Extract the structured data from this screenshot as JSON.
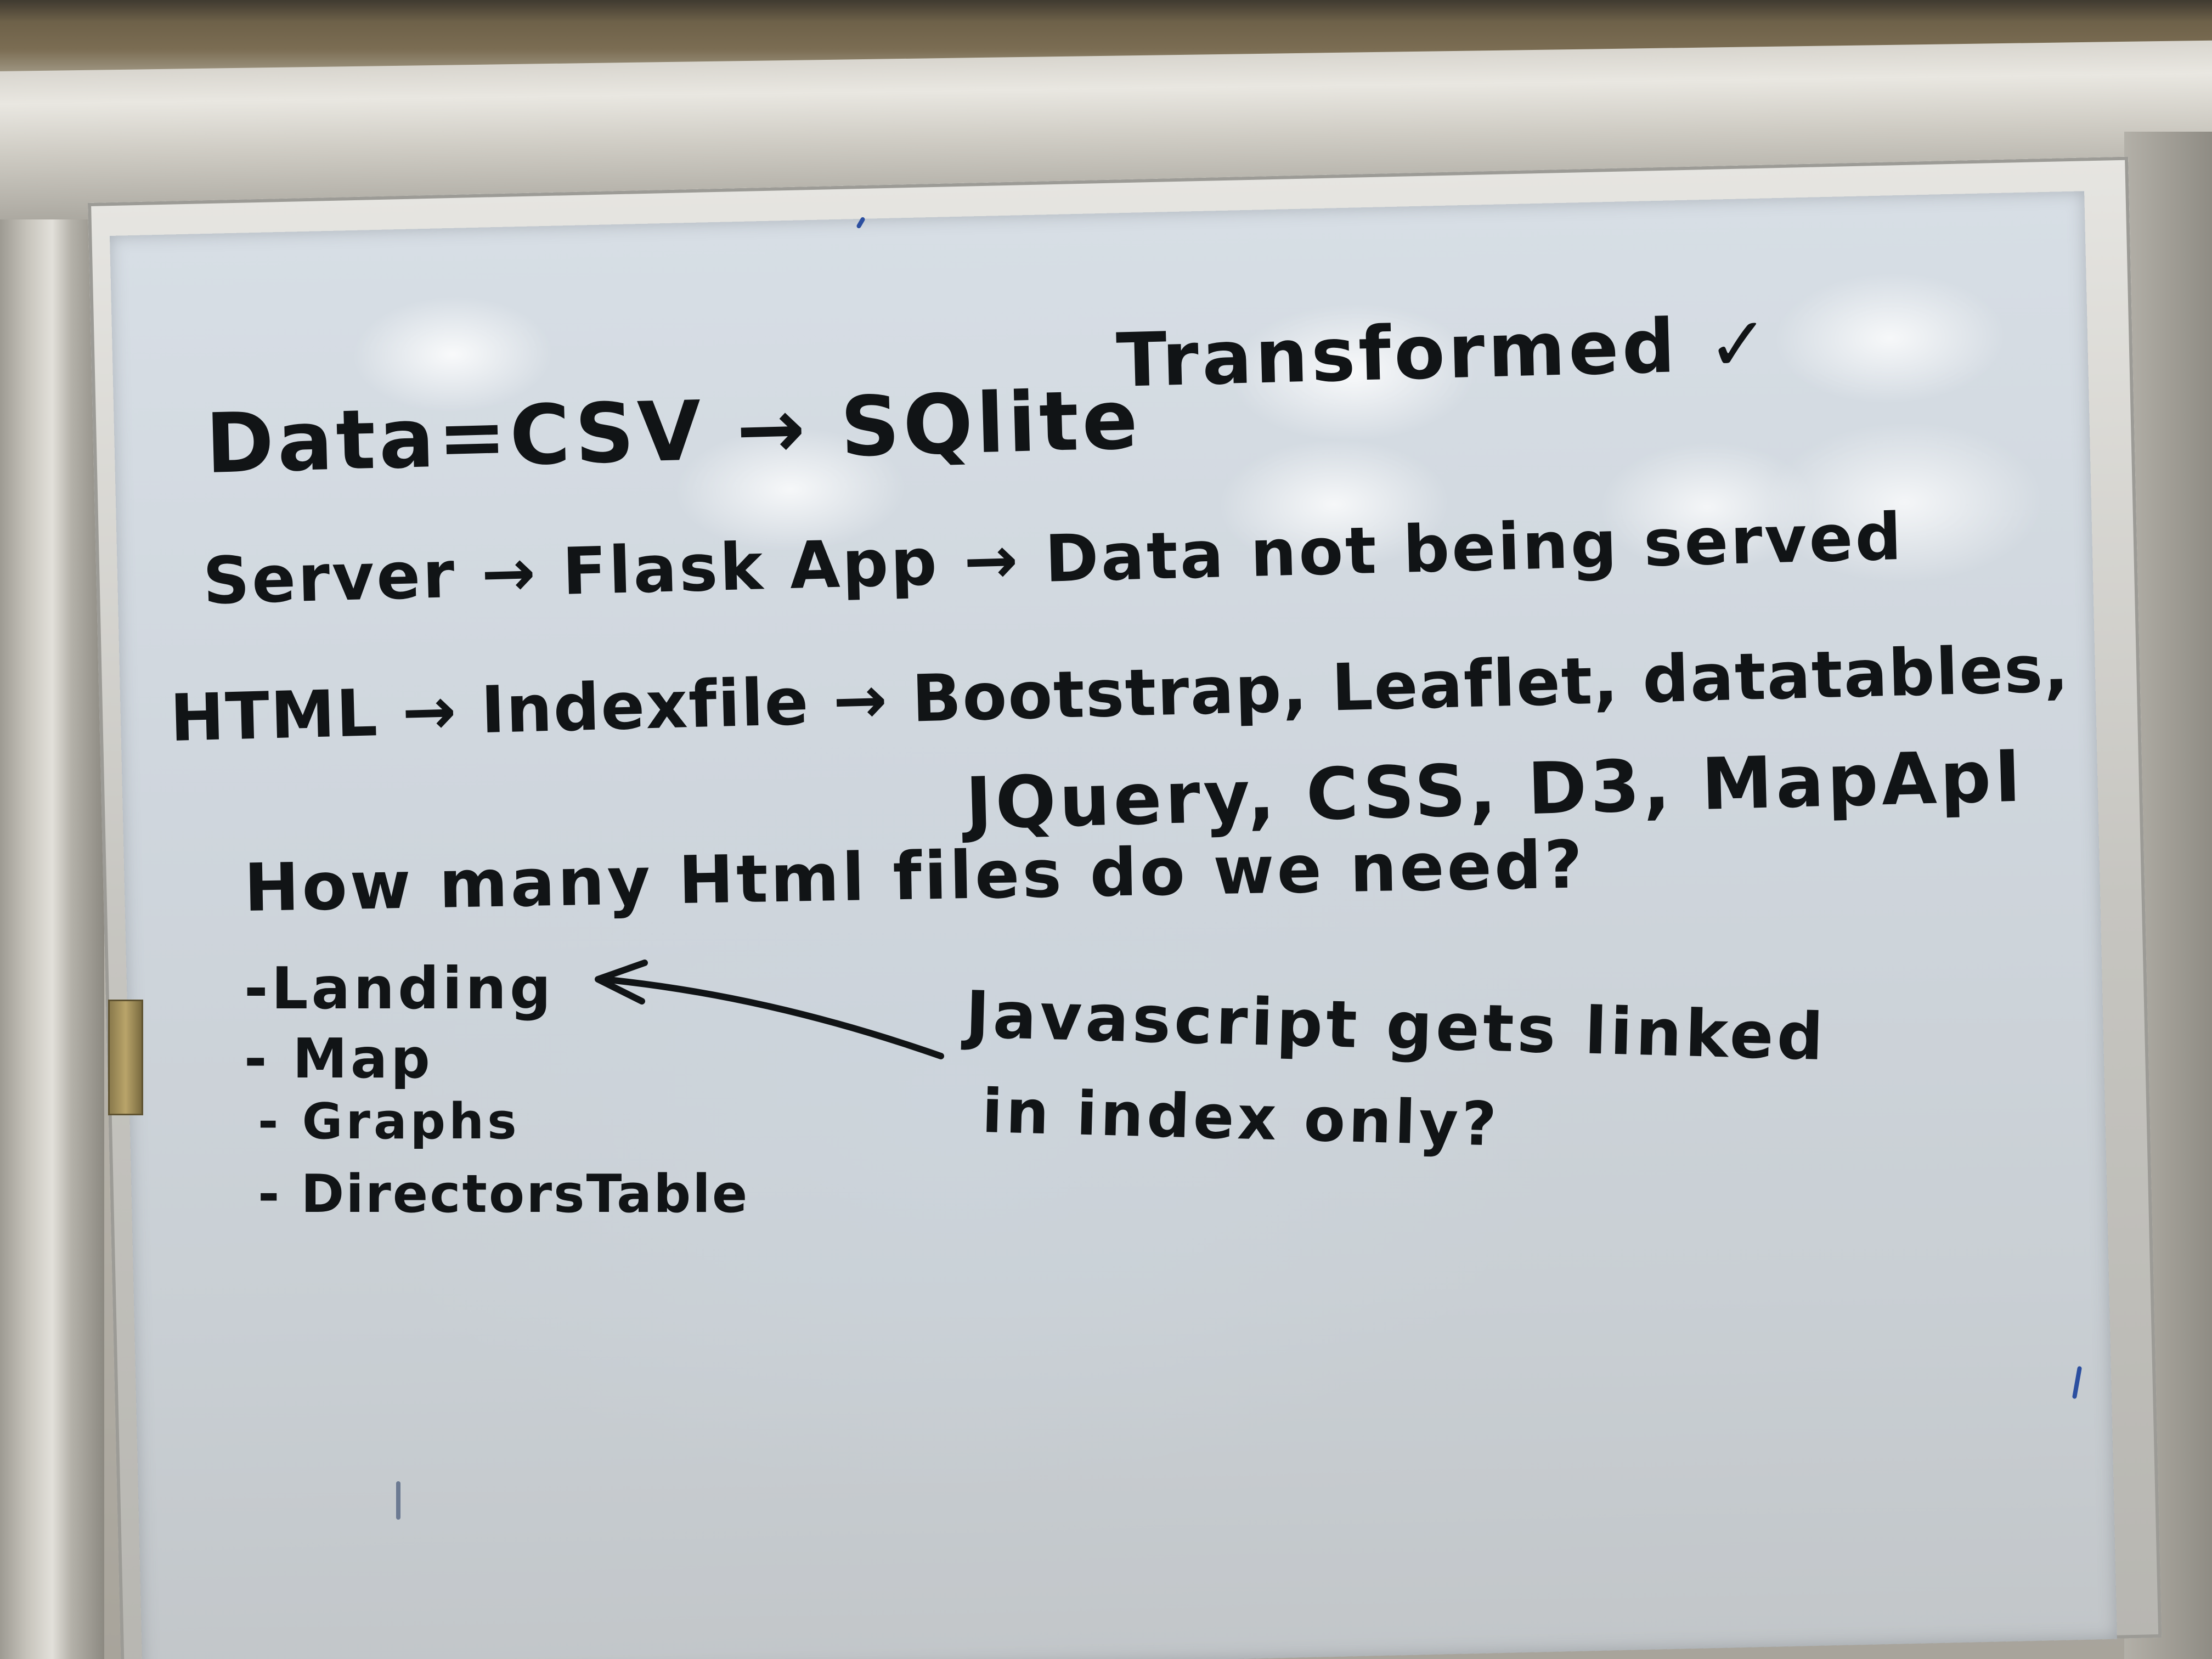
{
  "whiteboard": {
    "lines": [
      {
        "id": "data-line",
        "text": "Data=CSV → SQlite"
      },
      {
        "id": "transformed",
        "text": "Transformed ✓"
      },
      {
        "id": "server-line",
        "text": "Server → Flask App → Data not being served"
      },
      {
        "id": "html-line",
        "text": "HTML → Indexfile → Bootstrap, Leaflet, datatables,"
      },
      {
        "id": "html-line-cont",
        "text": "JQuery, CSS, D3, MapApI"
      },
      {
        "id": "question-line",
        "text": "How many Html files do we need?"
      },
      {
        "id": "list-landing",
        "text": "-Landing"
      },
      {
        "id": "list-map",
        "text": "- Map"
      },
      {
        "id": "list-graphs",
        "text": "- Graphs"
      },
      {
        "id": "list-directors",
        "text": "- DirectorsTable"
      },
      {
        "id": "js-note-1",
        "text": "Javascript gets linked"
      },
      {
        "id": "js-note-2",
        "text": "in index only?"
      }
    ]
  },
  "colors": {
    "ink": "#111416",
    "marker_blue": "#2c4fa0",
    "board": "#d7dee5",
    "frame": "#c6c5c0"
  }
}
